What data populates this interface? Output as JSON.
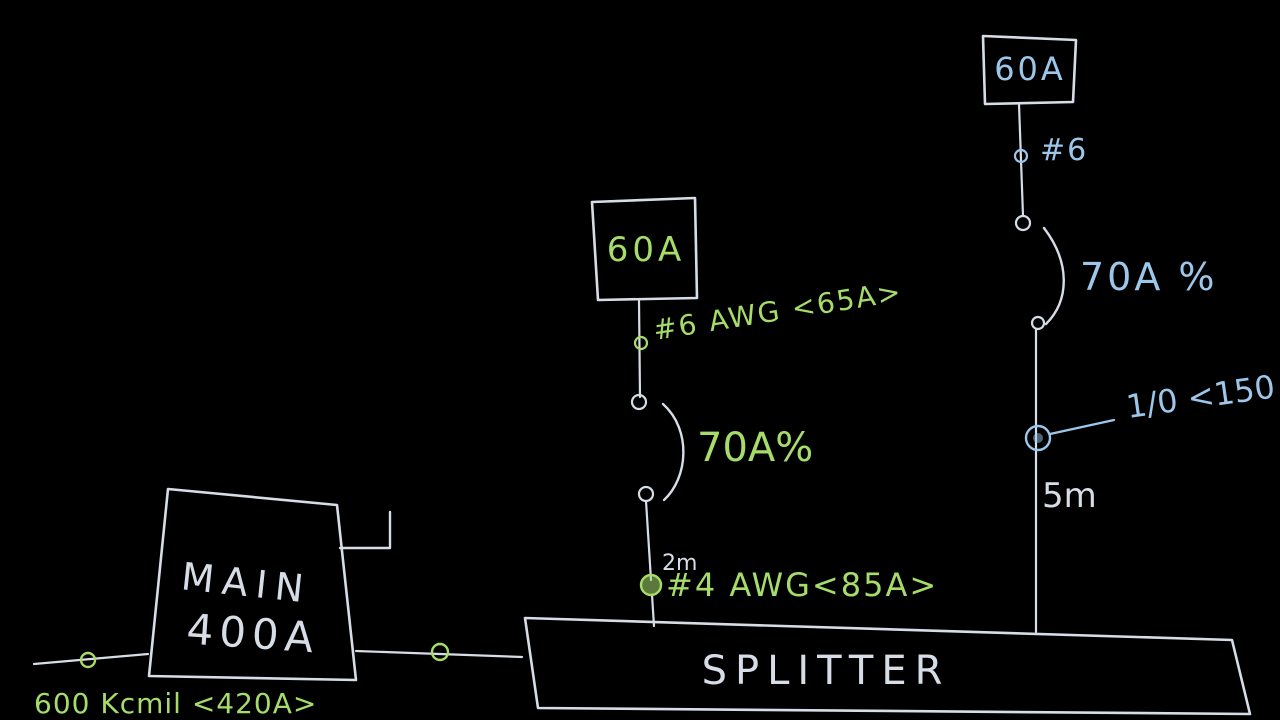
{
  "colors": {
    "background": "#000000",
    "chalk_white": "#d6dde6",
    "chalk_green": "#a6dc6a",
    "chalk_blue": "#9cc7ea"
  },
  "main_panel": {
    "line1": "MAIN",
    "line2": "400A"
  },
  "feeder_label": "600 Kcmil <420A>",
  "splitter_label": "SPLITTER",
  "left_branch": {
    "box_label": "60A",
    "upper_wire_label": "#6 AWG <65A>",
    "breaker_label": "70A%",
    "length_label": "2m",
    "lower_wire_label": "#4 AWG<85A>"
  },
  "right_branch": {
    "box_label": "60A",
    "upper_wire_label": "#6",
    "breaker_label": "70A %",
    "tap_label": "1/0 <150",
    "length_label": "5m"
  }
}
